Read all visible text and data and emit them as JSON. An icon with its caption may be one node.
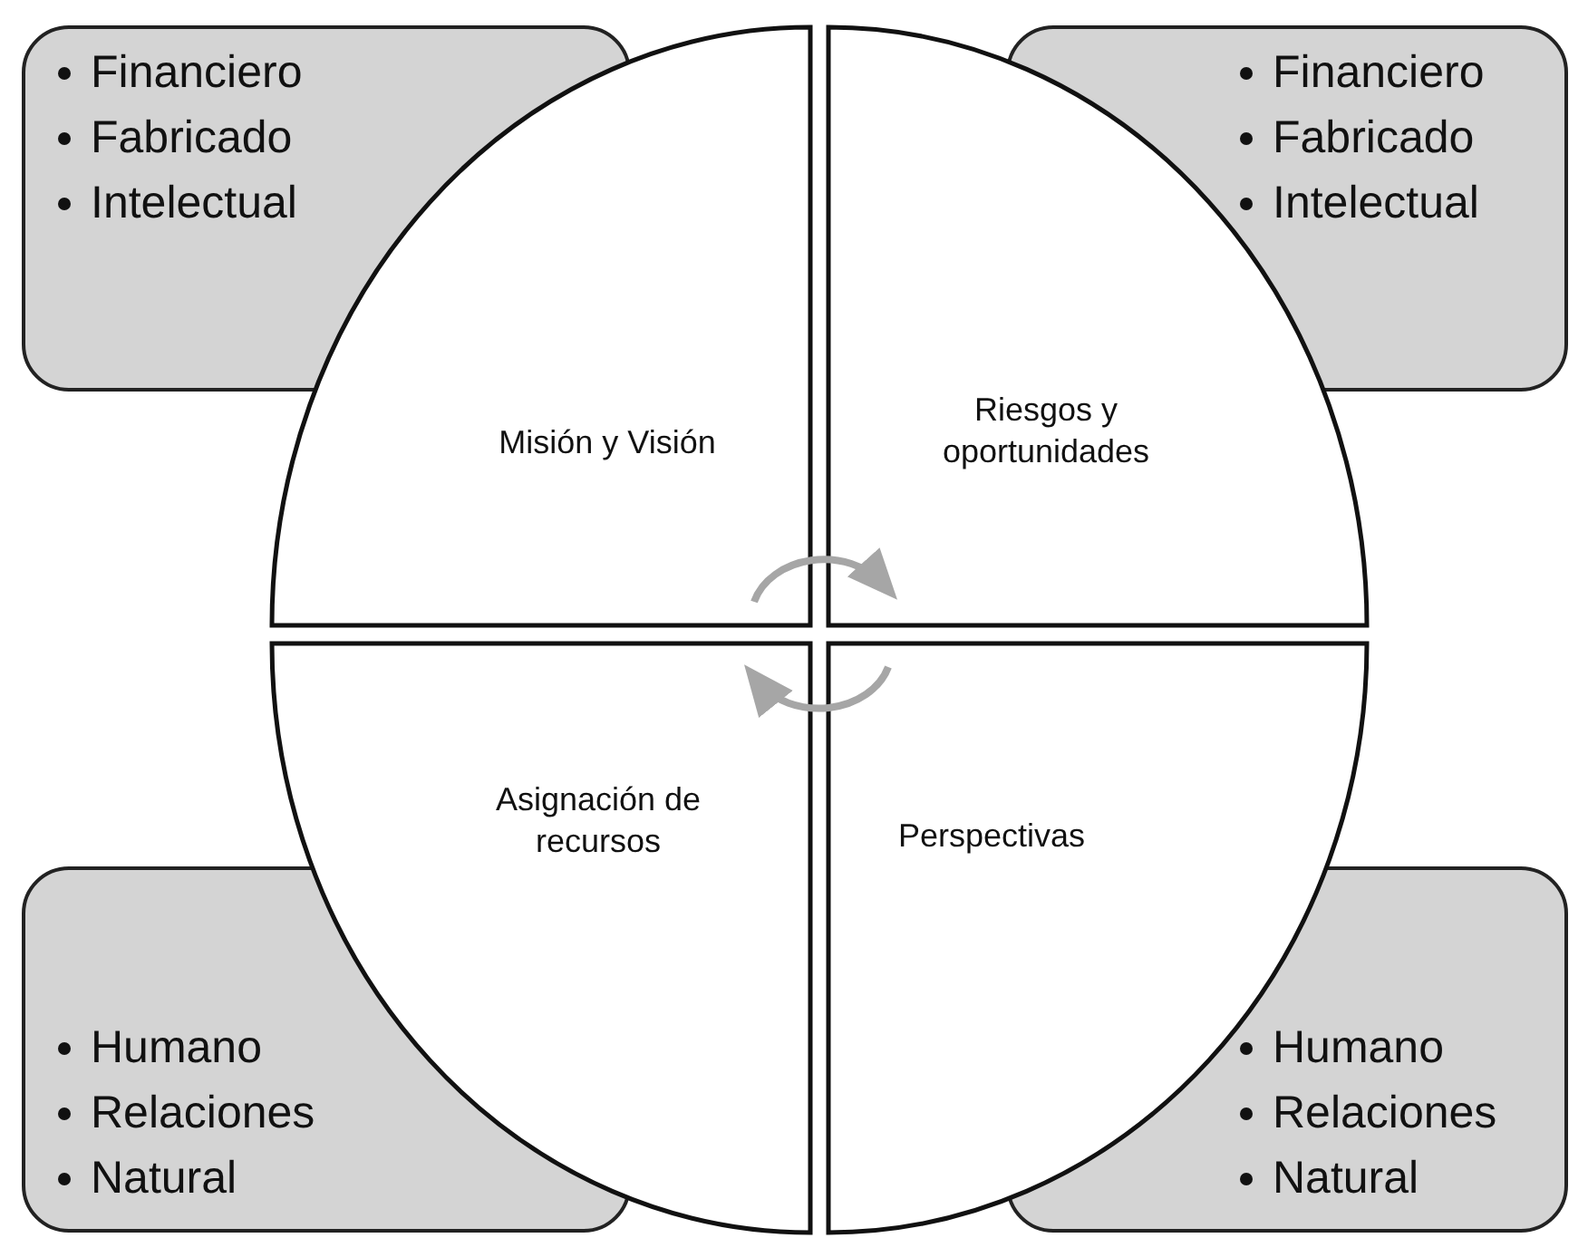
{
  "diagram": {
    "nodes": [
      {
        "text": [
          "Financiero",
          "Fabricado",
          "Intelectual"
        ]
      },
      {
        "text": [
          "Financiero",
          "Fabricado",
          "Intelectual"
        ]
      },
      {
        "text": [
          "Misión y Visión"
        ]
      },
      {
        "text": [
          "Riesgos y oportunidades"
        ]
      },
      {
        "text": [
          "Asignación de recursos"
        ]
      },
      {
        "text": [
          "Perspectivas"
        ]
      },
      {
        "text": [
          "Humano",
          "Relaciones",
          "Natural"
        ]
      },
      {
        "text": [
          "Humano",
          "Relaciones",
          "Natural"
        ]
      }
    ],
    "edges": [
      {
        "from": 2,
        "to": 3,
        "arrow": "to"
      },
      {
        "from": 5,
        "to": 4,
        "arrow": "to"
      }
    ]
  }
}
